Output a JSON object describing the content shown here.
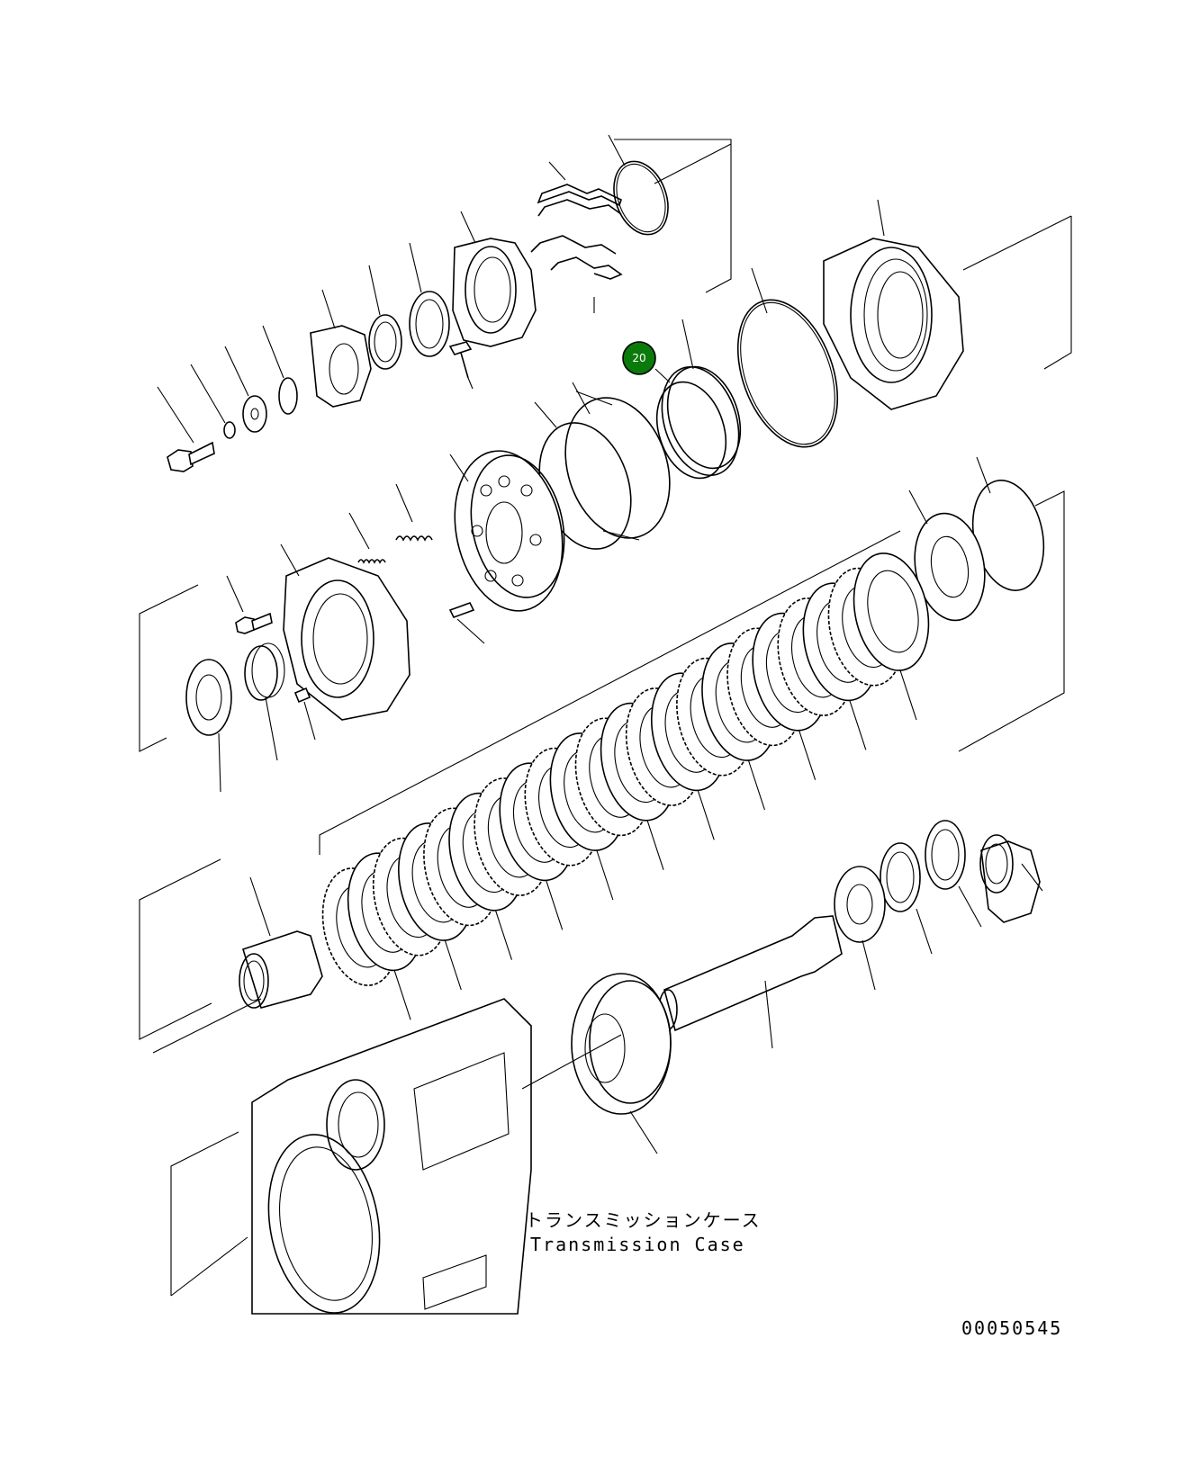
{
  "diagram": {
    "label_jp": "トランスミッションケース",
    "label_en": "Transmission Case",
    "drawing_number": "00050545",
    "callouts": [
      {
        "number": "20",
        "color": "#0a7a0a"
      }
    ]
  }
}
